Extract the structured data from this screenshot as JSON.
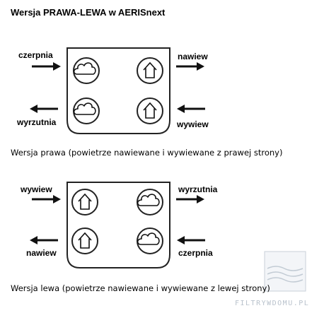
{
  "title": "Wersja PRAWA-LEWA w AERISnext",
  "diagram_right": {
    "caption": "Wersja prawa (powietrze nawiewane i wywiewane z prawej strony)",
    "top_left_label": "czerpnia",
    "top_right_label": "nawiew",
    "bottom_left_label": "wyrzutnia",
    "bottom_right_label": "wywiew",
    "icons": [
      "cloud-icon",
      "house-icon",
      "cloud-icon",
      "house-icon"
    ]
  },
  "diagram_left": {
    "caption": "Wersja lewa (powietrze nawiewane i wywiewane z lewej strony)",
    "top_left_label": "wywiew",
    "top_right_label": "wyrzutnia",
    "bottom_left_label": "nawiew",
    "bottom_right_label": "czerpnia",
    "icons": [
      "house-icon",
      "cloud-icon",
      "house-icon",
      "cloud-icon"
    ]
  },
  "watermark": {
    "text": "FILTRYWDOMU.PL"
  }
}
